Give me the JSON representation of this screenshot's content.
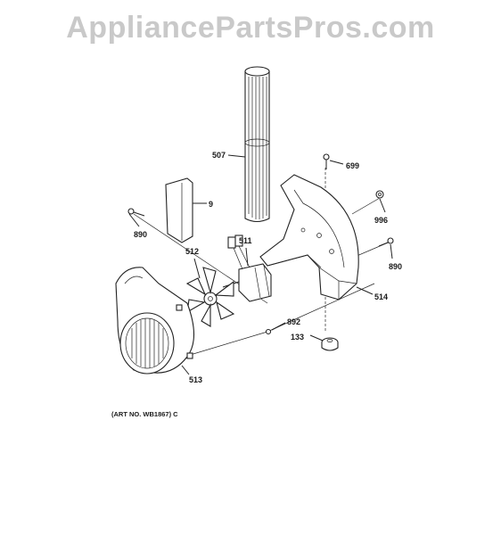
{
  "watermark": "AppliancePartsPros.com",
  "art_number": "(ART NO. WB1867) C",
  "callouts": {
    "c507": "507",
    "c699": "699",
    "c9": "9",
    "c890a": "890",
    "c996": "996",
    "c511": "511",
    "c512": "512",
    "c890b": "890",
    "c514": "514",
    "c892": "892",
    "c133": "133",
    "c513": "513"
  }
}
